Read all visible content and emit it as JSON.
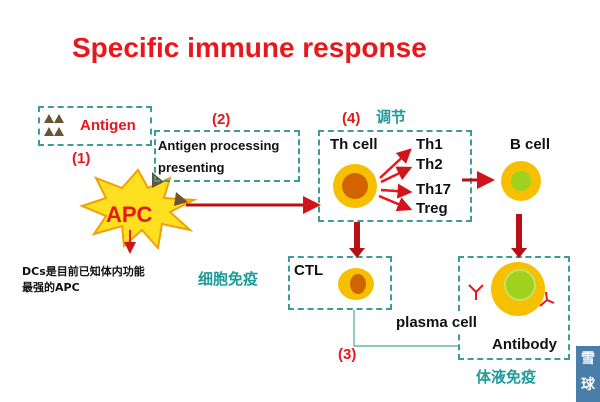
{
  "title": "Specific immune response",
  "antigen": {
    "label": "Antigen",
    "step": "(1)"
  },
  "apc": {
    "label": "APC",
    "note_line1": "DCs是目前已知体内功能",
    "note_line2": "最强的APC"
  },
  "processing": {
    "step": "(2)",
    "line1": "Antigen processing",
    "line2": "presenting"
  },
  "regulation": {
    "step": "(4)",
    "label": "调节"
  },
  "th": {
    "label": "Th cell",
    "subsets": [
      "Th1",
      "Th2",
      "Th17",
      "Treg"
    ]
  },
  "b_cell": {
    "label": "B cell"
  },
  "cellular": {
    "label": "细胞免疫",
    "ctl": "CTL"
  },
  "humoral": {
    "plasma": "plasma cell",
    "antibody": "Antibody",
    "label": "体液免疫"
  },
  "step3": "(3)",
  "watermark": "雪球",
  "colors": {
    "red": "#e8171c",
    "teal": "#1f9a9a",
    "box": "#3e9c98",
    "cell_outer": "#f6c000",
    "nucleus": "#d26400",
    "b_nucleus": "#9ed21e"
  }
}
